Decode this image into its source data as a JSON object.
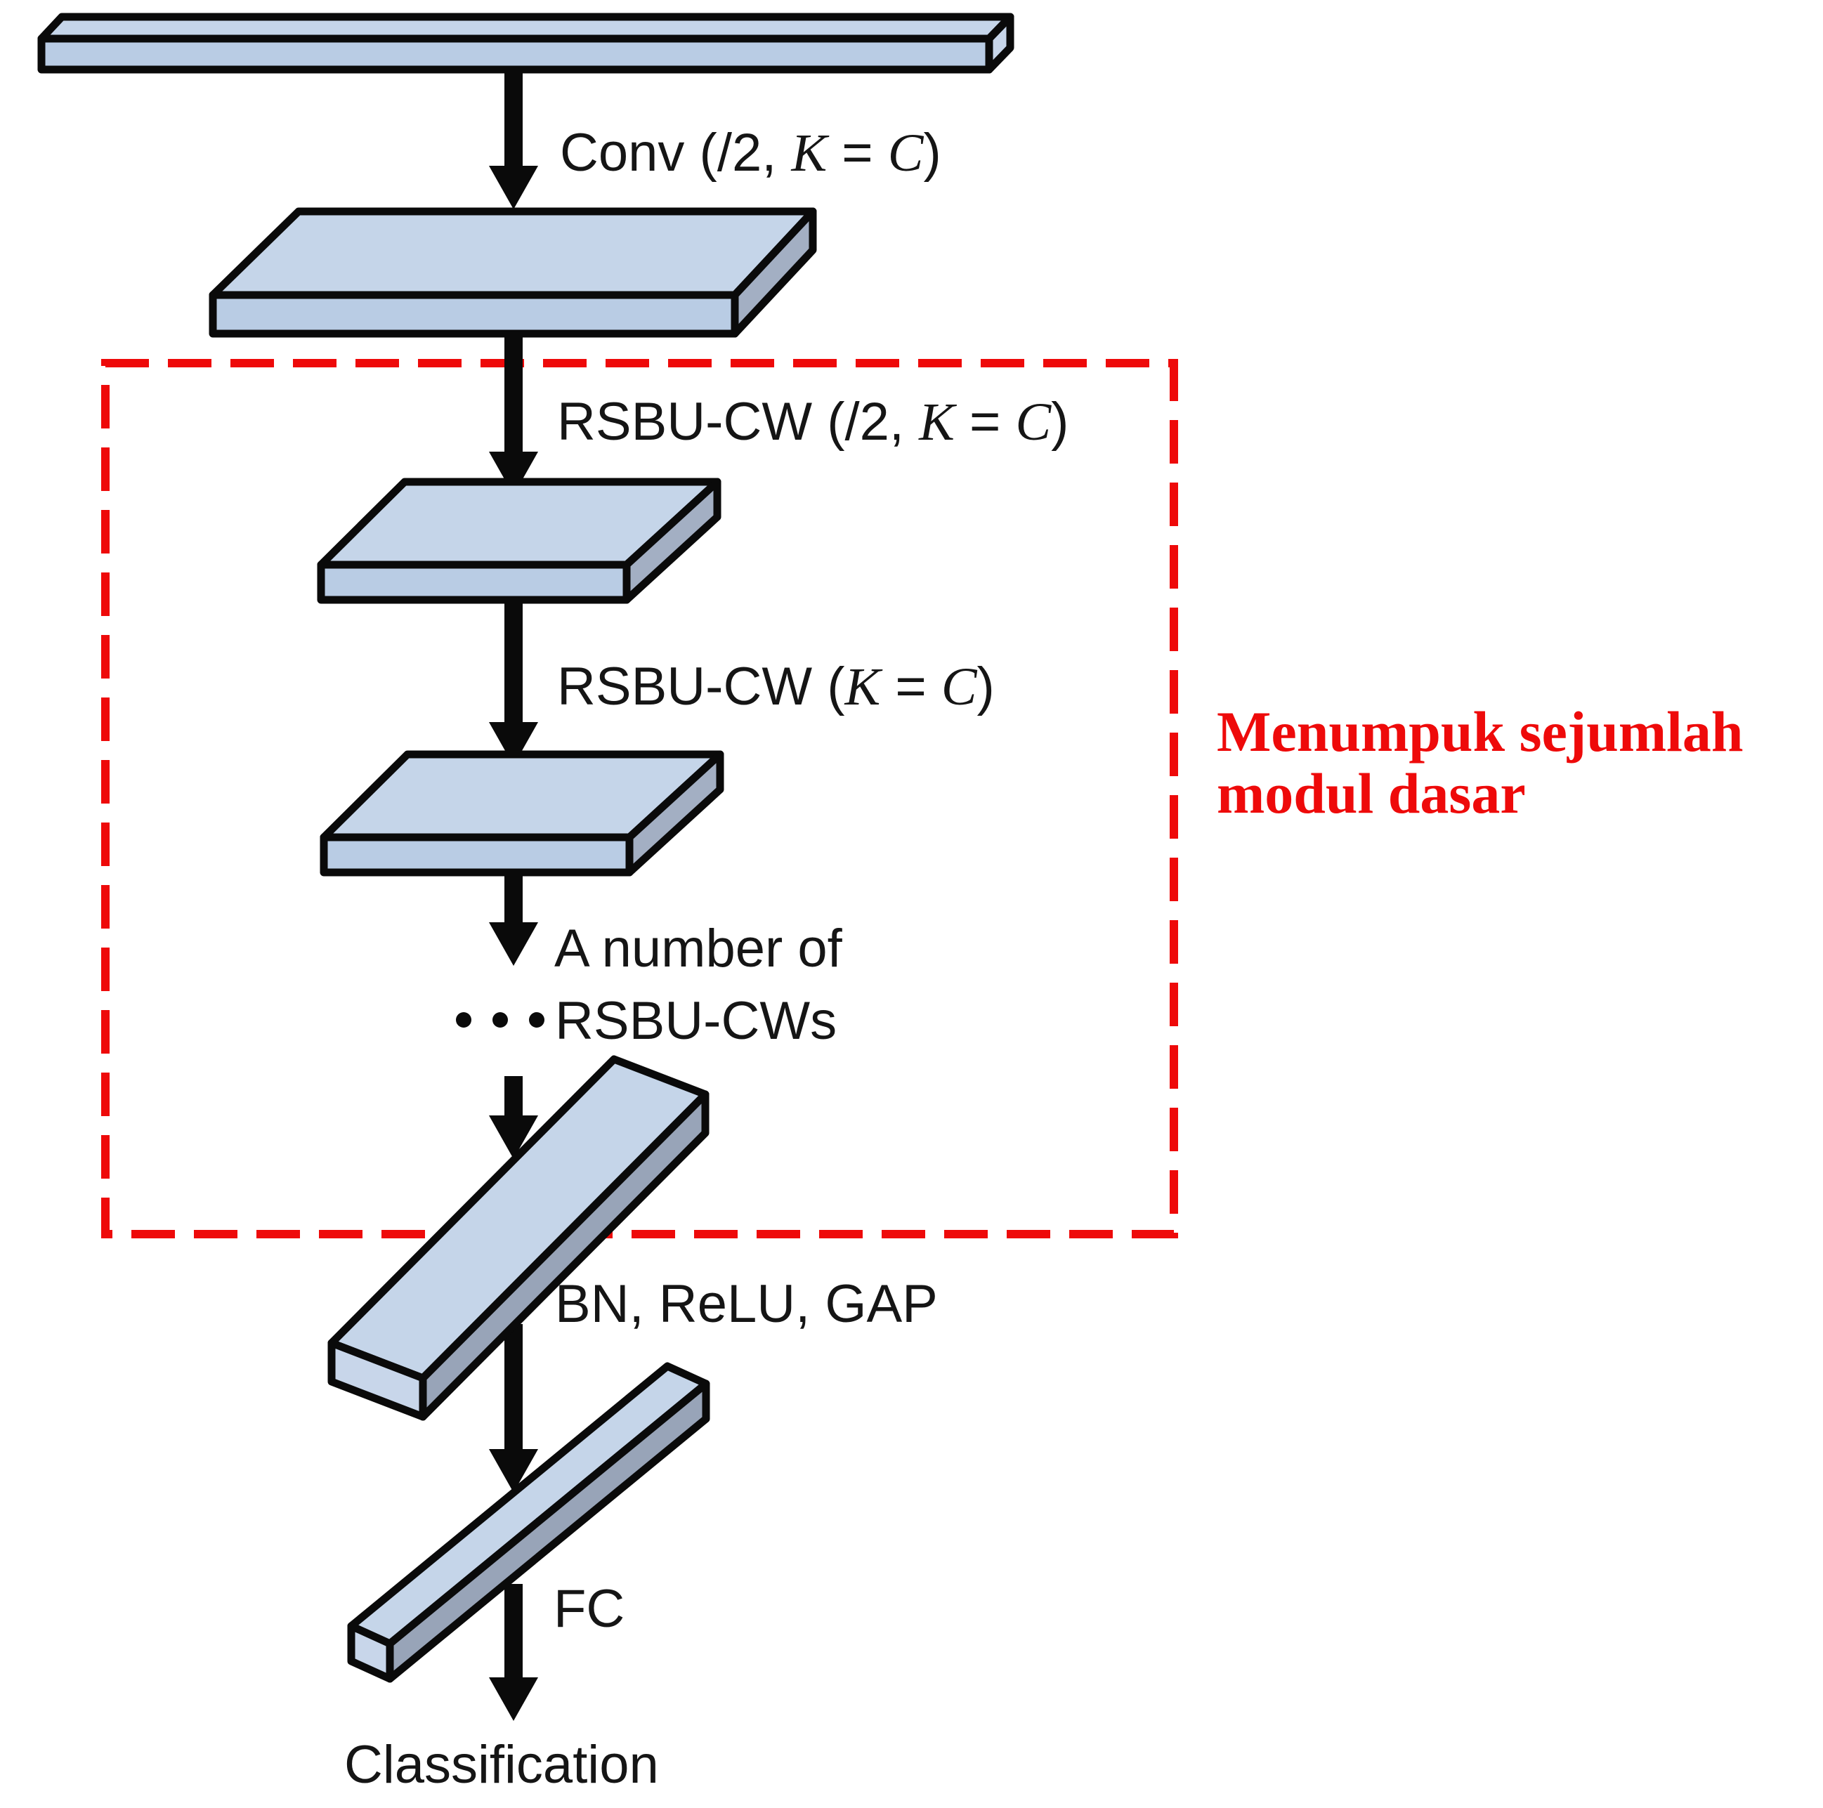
{
  "figure": {
    "background": "#ffffff",
    "colors": {
      "block_top_face": "#c5d5e9",
      "block_front_face": "#b9cce4",
      "block_side_face": "#a3afc3",
      "bar_side_face": "#98a4b8",
      "end_cap_face": "#c8d6ea",
      "outline": "#0a0a0a",
      "arrow": "#0a0a0a",
      "label_text": "#151515",
      "annotation_red": "#ee0a0a"
    },
    "labels": {
      "conv": {
        "prefix": "Conv (/2, ",
        "k": "K",
        "eq": " = ",
        "c": "C",
        "close": ")"
      },
      "rsbu_down": {
        "prefix": "RSBU-CW (/2, ",
        "k": "K",
        "eq": " = ",
        "c": "C",
        "close": ")"
      },
      "rsbu": {
        "prefix": "RSBU-CW (",
        "k": "K",
        "eq": " = ",
        "c": "C",
        "close": ")"
      },
      "stack_line1": "A number of",
      "stack_line2": "RSBU-CWs",
      "bn_relu_gap": "BN, ReLU, GAP",
      "fc": "FC",
      "classification": "Classification"
    },
    "annotation": {
      "line1": "Menumpuk sejumlah",
      "line2": "modul dasar"
    },
    "icons": {
      "down_arrow": "↓",
      "ellipsis_dots": "···"
    },
    "shapes": [
      "input-signal-bar",
      "feature-map-conv",
      "feature-map-rsbu-1",
      "feature-map-rsbu-2",
      "feature-bar-gap-output",
      "feature-vector-fc-input",
      "basic-module-dashed-region"
    ]
  }
}
